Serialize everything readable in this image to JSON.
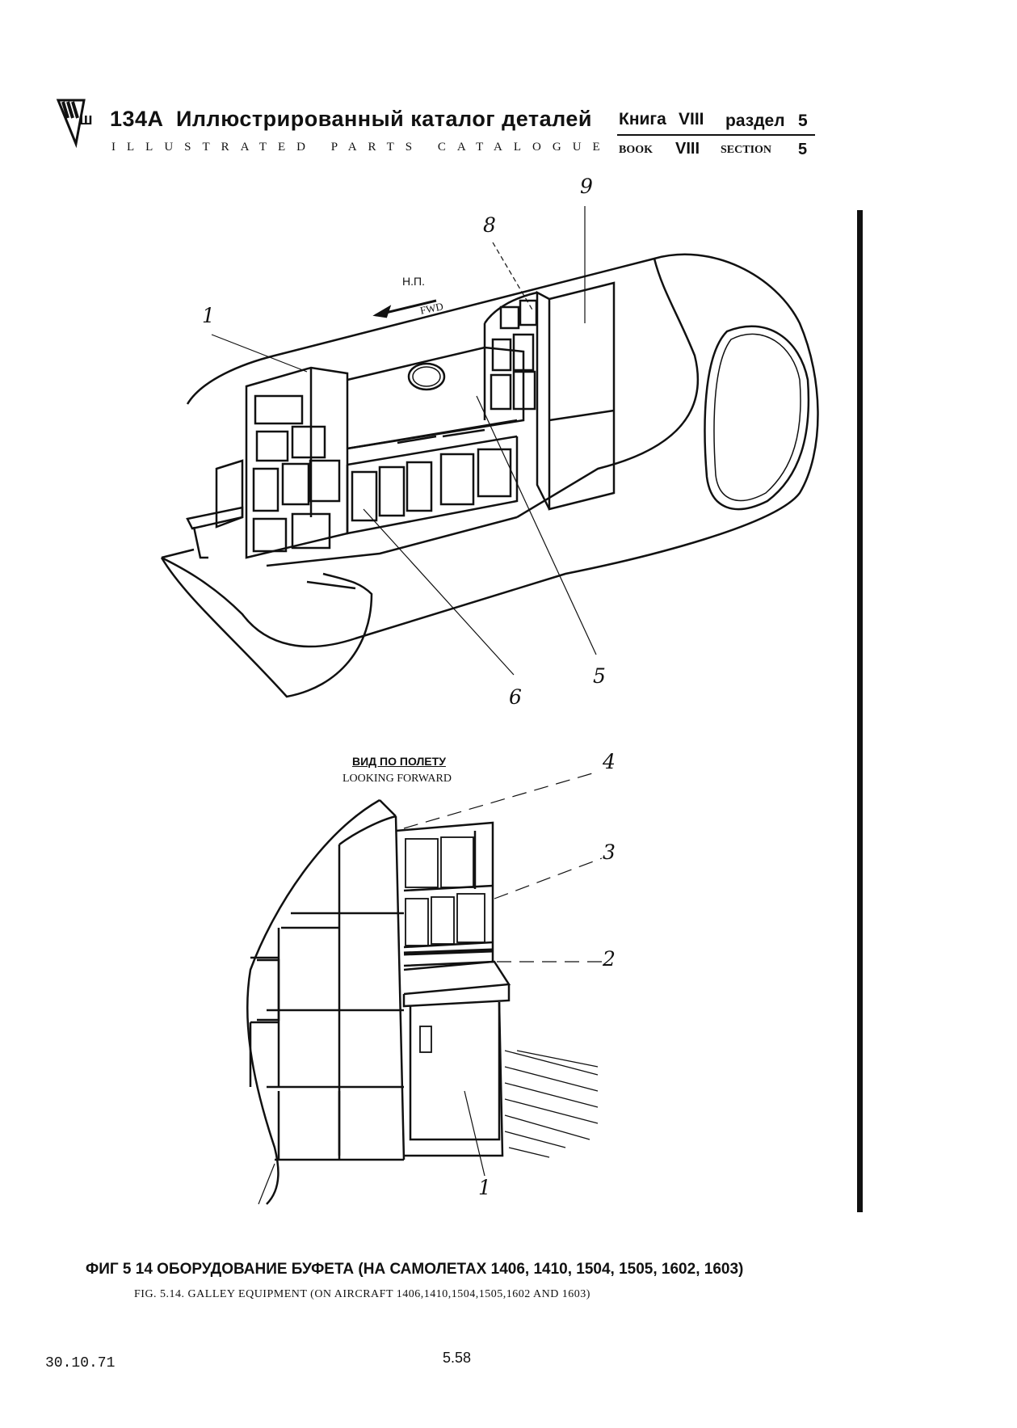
{
  "header": {
    "model": "134A",
    "title_ru": "Иллюстрированный каталог деталей",
    "title_en": "ILLUSTRATED PARTS CATALOGUE",
    "book_ru_label": "Книга",
    "book_ru_num": "VIII",
    "section_ru_label": "раздел",
    "section_ru_num": "5",
    "book_en_label": "BOOK",
    "book_en_num": "VIII",
    "section_en_label": "SECTION",
    "section_en_num": "5"
  },
  "figure_top": {
    "direction_ru": "Н.П.",
    "direction_en": "FWD",
    "callouts": [
      "1",
      "8",
      "9",
      "6",
      "5"
    ]
  },
  "figure_bottom": {
    "view_ru": "ВИД ПО ПОЛЕТУ",
    "view_en": "LOOKING FORWARD",
    "callouts": [
      "4",
      "3",
      "2",
      "1"
    ]
  },
  "caption": {
    "ru": "ФИГ 5 14 ОБОРУДОВАНИЕ БУФЕТА (НА САМОЛЕТАХ 1406, 1410, 1504, 1505, 1602, 1603)",
    "en": "FIG. 5.14. GALLEY EQUIPMENT (ON AIRCRAFT 1406,1410,1504,1505,1602 AND 1603)"
  },
  "footer": {
    "date": "30.10.71",
    "page": "5.58"
  }
}
